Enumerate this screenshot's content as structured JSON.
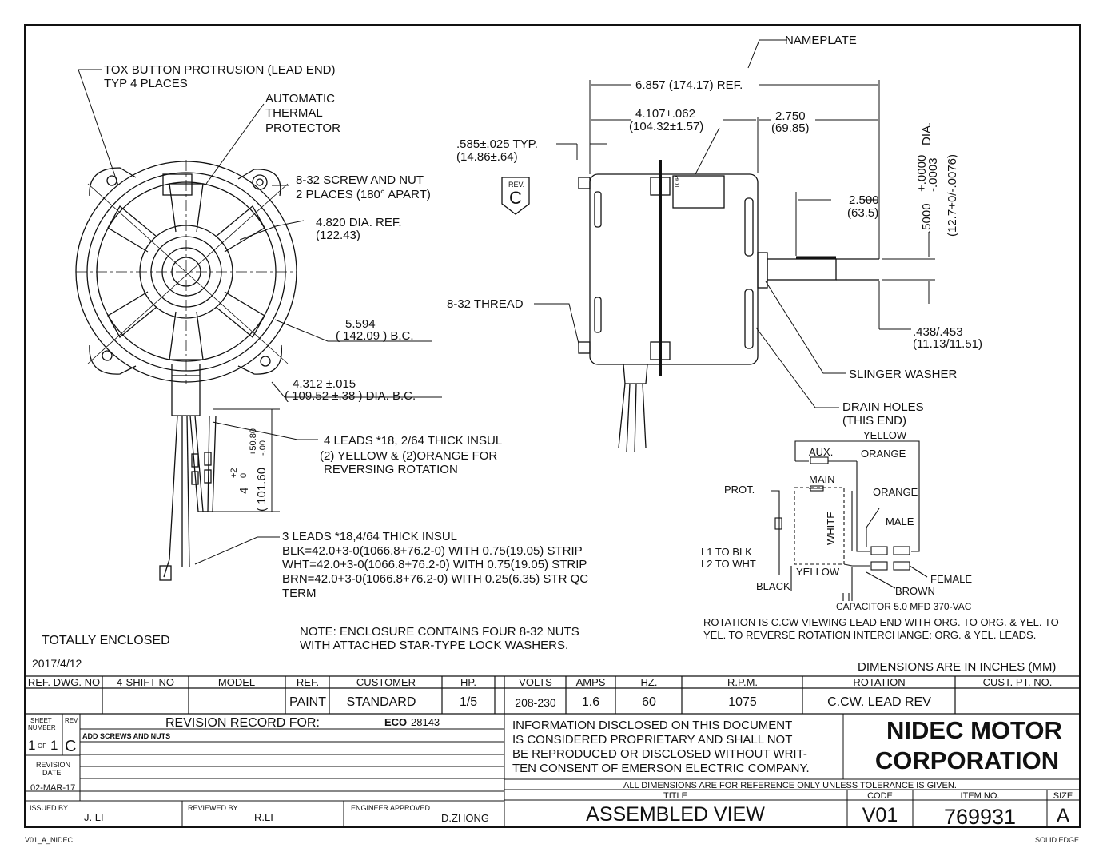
{
  "views": {
    "left_callouts": {
      "tox": [
        "TOX BUTTON PROTRUSION (LEAD END)",
        "TYP 4 PLACES"
      ],
      "thermal": [
        "AUTOMATIC",
        "THERMAL",
        "PROTECTOR"
      ],
      "screw": [
        "8-32 SCREW AND NUT",
        "2 PLACES (180° APART)"
      ],
      "dia_ref": [
        "4.820 DIA. REF.",
        "(122.43)"
      ],
      "bc1": [
        "5.594",
        "( 142.09 )  B.C."
      ],
      "bc2": [
        "4.312 ±.015",
        "( 109.52 ±.38 )  DIA. B.C."
      ],
      "leads4": [
        "4 LEADS *18, 2/64 THICK INSUL",
        "(2) YELLOW & (2)ORANGE FOR",
        "REVERSING ROTATION"
      ],
      "lead_len_in": "4",
      "lead_tol_in": [
        "+2",
        "0"
      ],
      "lead_len_mm": "( 101.60",
      "lead_tol_mm": [
        "+50.80",
        "-.00"
      ],
      "leads3": [
        "3 LEADS *18,4/64 THICK INSUL",
        "BLK=42.0+3-0(1066.8+76.2-0) WITH 0.75(19.05) STRIP",
        "WHT=42.0+3-0(1066.8+76.2-0) WITH 0.75(19.05) STRIP",
        "BRN=42.0+3-0(1066.8+76.2-0) WITH 0.25(6.35) STR QC",
        "TERM"
      ],
      "totally_enclosed": "TOTALLY ENCLOSED",
      "note": [
        "NOTE: ENCLOSURE CONTAINS FOUR 8-32 NUTS",
        "WITH ATTACHED STAR-TYPE LOCK WASHERS."
      ],
      "date": "2017/4/12"
    },
    "side": {
      "nameplate": "NAMEPLATE",
      "overall": "6.857 (174.17) REF.",
      "body": [
        "4.107±.062",
        "(104.32±1.57)"
      ],
      "shaft_ext": [
        "2.750",
        "(69.85)"
      ],
      "typ": [
        ".585±.025 TYP.",
        "(14.86±.64)"
      ],
      "rev_label": "REV.",
      "rev_letter": "C",
      "flat": [
        "2.500",
        "(63.5)"
      ],
      "dia_val": ".5000",
      "dia_tol": [
        "+.0000",
        "-.0003"
      ],
      "dia_word": "DIA.",
      "dia_mm": "(12.7+0/-.0076)",
      "thread": "8-32 THREAD",
      "flat_depth": [
        ".438/.453",
        "(11.13/11.51)"
      ],
      "slinger": "SLINGER WASHER",
      "drain": [
        "DRAIN HOLES",
        "(THIS END)"
      ],
      "top": "TOP"
    },
    "wiring": {
      "yellow_top": "YELLOW",
      "aux": "AUX.",
      "orange1": "ORANGE",
      "prot": "PROT.",
      "main": "MAIN",
      "orange2": "ORANGE",
      "white": "WHITE",
      "male": "MALE",
      "l1": "L1 TO BLK",
      "l2": "L2 TO WHT",
      "yellow_bot": "YELLOW",
      "female": "FEMALE",
      "black": "BLACK",
      "brown": "BROWN",
      "capacitor": "CAPACITOR  5.0 MFD 370-VAC",
      "rotation": [
        "ROTATION IS C.CW VIEWING LEAD END WITH ORG. TO ORG. & YEL. TO",
        "YEL. TO REVERSE ROTATION INTERCHANGE: ORG. & YEL. LEADS."
      ]
    }
  },
  "dims_note": "DIMENSIONS ARE IN INCHES (MM)",
  "table": {
    "headers": [
      "REF. DWG. NO",
      "4-SHIFT NO",
      "MODEL",
      "REF.",
      "CUSTOMER",
      "HP.",
      "VOLTS",
      "AMPS",
      "HZ.",
      "R.P.M.",
      "ROTATION",
      "CUST. PT. NO."
    ],
    "values": [
      "",
      "",
      "",
      "PAINT",
      "STANDARD",
      "1/5",
      "208-230",
      "1.6",
      "60",
      "1075",
      "C.CW. LEAD REV",
      ""
    ]
  },
  "revision": {
    "sheet_label": [
      "SHEET",
      "NUMBER"
    ],
    "rev_label": "REV",
    "sheet_value": "1",
    "of_label": "OF",
    "sheet_total": "1",
    "rev_value": "C",
    "record_for": "REVISION RECORD FOR:",
    "eco_label": "ECO",
    "eco_value": "28143",
    "entry": "ADD SCREWS AND NUTS",
    "date_label": [
      "REVISION",
      "DATE"
    ],
    "date_value": "02-MAR-17",
    "issued_label": "ISSUED BY",
    "issued": "J. LI",
    "reviewed_label": "REVIEWED BY",
    "reviewed": "R.LI",
    "engineer_label": "ENGINEER APPROVED",
    "engineer": "D.ZHONG"
  },
  "info": [
    "INFORMATION DISCLOSED ON THIS DOCUMENT",
    "IS CONSIDERED PROPRIETARY AND SHALL NOT",
    "BE REPRODUCED OR DISCLOSED WITHOUT WRIT-",
    "TEN CONSENT OF EMERSON ELECTRIC COMPANY."
  ],
  "company": [
    "NIDEC MOTOR",
    "CORPORATION"
  ],
  "tolerance_note": "ALL DIMENSIONS ARE FOR REFERENCE ONLY UNLESS TOLERANCE IS GIVEN.",
  "title_label": "TITLE",
  "title": "ASSEMBLED VIEW",
  "code_label": "CODE",
  "code": "V01",
  "item_label": "ITEM NO.",
  "item": "769931",
  "size_label": "SIZE",
  "size": "A",
  "footer_left": "V01_A_NIDEC",
  "footer_right": "SOLID EDGE"
}
